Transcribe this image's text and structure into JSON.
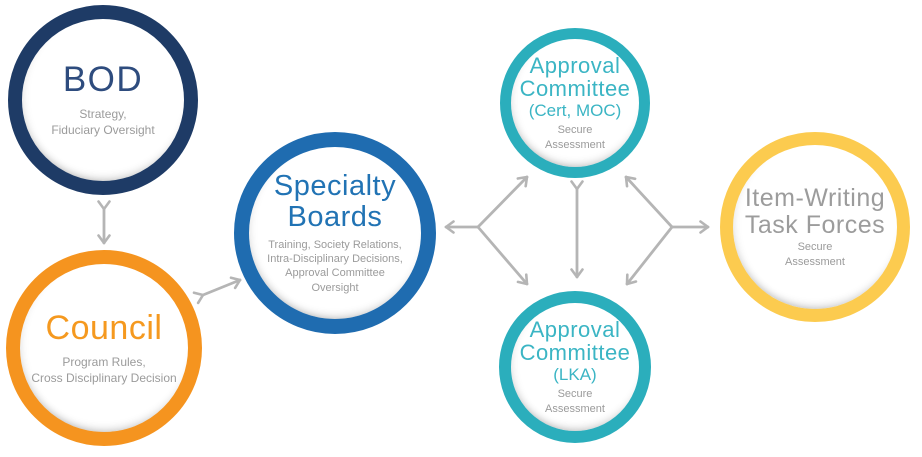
{
  "diagram": {
    "arrow_color": "#B5B5B5",
    "nodes": [
      {
        "id": "bod",
        "title_lines": [
          "BOD"
        ],
        "subtitle_lines": [
          "Strategy,",
          "Fiduciary Oversight"
        ],
        "ring_color": "#1E3B66",
        "title_color": "#2E4C7E",
        "subtitle_color": "#9B9B9B"
      },
      {
        "id": "council",
        "title_lines": [
          "Council"
        ],
        "subtitle_lines": [
          "Program Rules,",
          "Cross Disciplinary Decision"
        ],
        "ring_color": "#F5941F",
        "title_color": "#F5991F",
        "subtitle_color": "#9B9B9B"
      },
      {
        "id": "specialty-boards",
        "title_lines": [
          "Specialty",
          "Boards"
        ],
        "subtitle_lines": [
          "Training, Society Relations,",
          "Intra-Disciplinary Decisions,",
          "Approval Committee",
          "Oversight"
        ],
        "ring_color": "#1F6CB0",
        "title_color": "#2173B4",
        "subtitle_color": "#9B9B9B"
      },
      {
        "id": "approval-committee-cert-moc",
        "title_lines": [
          "Approval",
          "Committee"
        ],
        "qualifier": "(Cert, MOC)",
        "subtitle_lines": [
          "Secure",
          "Assessment"
        ],
        "ring_color": "#2BAEBC",
        "title_color": "#3BB5C4",
        "subtitle_color": "#9B9B9B"
      },
      {
        "id": "approval-committee-lka",
        "title_lines": [
          "Approval",
          "Committee"
        ],
        "qualifier": "(LKA)",
        "subtitle_lines": [
          "Secure",
          "Assessment"
        ],
        "ring_color": "#2BAEBC",
        "title_color": "#3BB5C4",
        "subtitle_color": "#9B9B9B"
      },
      {
        "id": "item-writing-task-forces",
        "title_lines": [
          "Item-Writing",
          "Task Forces"
        ],
        "subtitle_lines": [
          "Secure",
          "Assessment"
        ],
        "ring_color": "#FCCB4F",
        "title_color": "#9C9C9C",
        "subtitle_color": "#9B9B9B"
      }
    ],
    "connections": [
      {
        "from": "BOD",
        "to": "Council",
        "type": "bidirectional"
      },
      {
        "from": "Council",
        "to": "Specialty Boards",
        "type": "bidirectional"
      },
      {
        "from": "Specialty Boards",
        "to": "Approval Committee (Cert, MOC)",
        "type": "bidirectional"
      },
      {
        "from": "Specialty Boards",
        "to": "Approval Committee (LKA)",
        "type": "bidirectional"
      },
      {
        "from": "Approval Committee (Cert, MOC)",
        "to": "Approval Committee (LKA)",
        "type": "bidirectional"
      },
      {
        "from": "Item-Writing Task Forces",
        "to": "Approval Committee (Cert, MOC)",
        "type": "bidirectional"
      },
      {
        "from": "Item-Writing Task Forces",
        "to": "Approval Committee (LKA)",
        "type": "bidirectional"
      }
    ]
  }
}
